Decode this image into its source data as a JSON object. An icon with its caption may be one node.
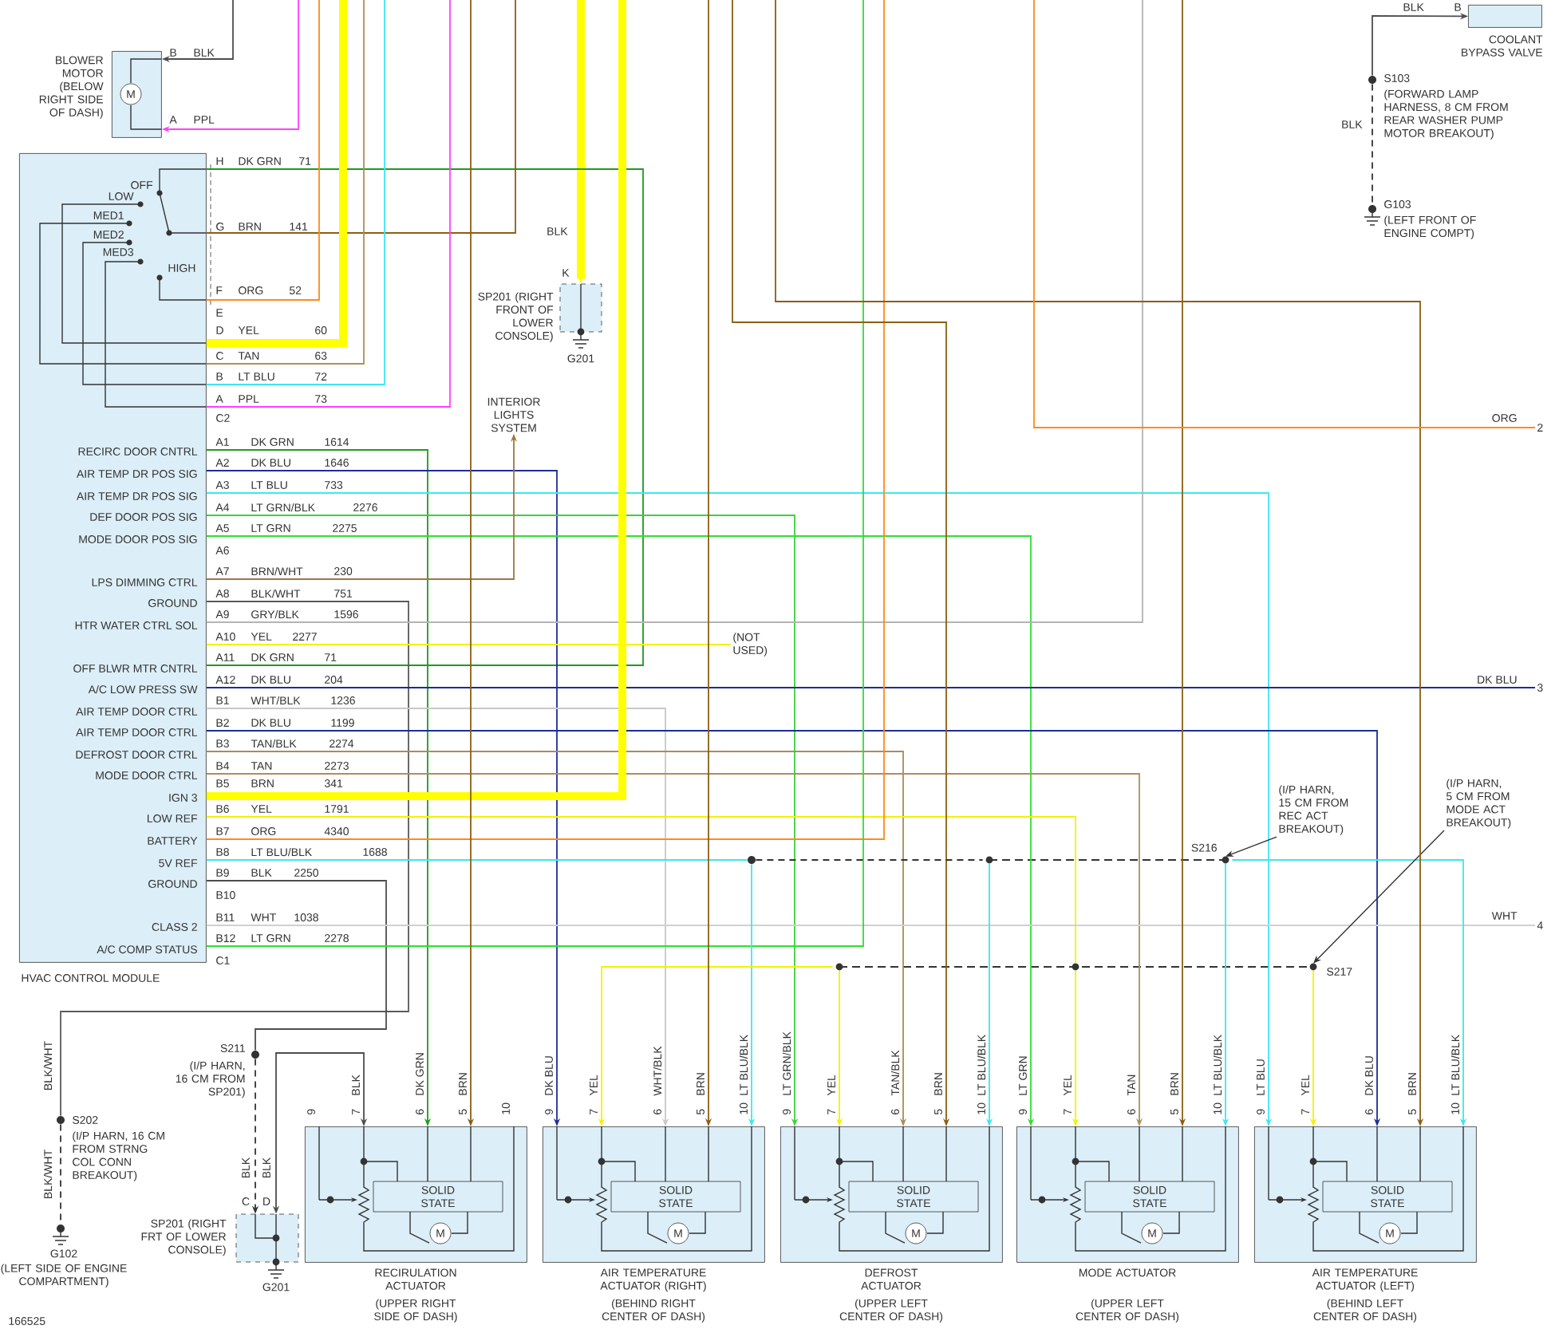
{
  "diagram": {
    "nodes": [
      {
        "text": [
          "BLOWER MOTOR (BELOW RIGHT SIDE OF DASH)",
          "M"
        ]
      },
      {
        "text": [
          "HVAC CONTROL MODULE",
          "OFF",
          "LOW",
          "MED1",
          "MED2",
          "MED3",
          "HIGH",
          "RECIRC DOOR CNTRL",
          "AIR TEMP DR POS SIG",
          "AIR TEMP DR POS SIG",
          "DEF DOOR POS SIG",
          "MODE DOOR POS SIG",
          "LPS DIMMING CTRL",
          "GROUND",
          "HTR WATER CTRL SOL",
          "OFF BLWR MTR CNTRL",
          "A/C LOW PRESS SW",
          "AIR TEMP DOOR CTRL",
          "AIR TEMP DOOR CTRL",
          "DEFROST DOOR CTRL",
          "MODE DOOR CTRL",
          "IGN 3",
          "LOW REF",
          "BATTERY",
          "5V REF",
          "GROUND",
          "CLASS 2",
          "A/C COMP STATUS"
        ]
      },
      {
        "text": [
          "COOLANT BYPASS VALVE"
        ]
      },
      {
        "text": [
          "S103",
          "(FORWARD LAMP HARNESS, 8 CM FROM REAR WASHER PUMP MOTOR BREAKOUT)"
        ]
      },
      {
        "text": [
          "G103",
          "(LEFT FRONT OF ENGINE COMPT)"
        ]
      },
      {
        "text": [
          "SP201 (RIGHT FRONT OF LOWER CONSOLE)"
        ],
        "beside": [
          "K",
          "G201"
        ]
      },
      {
        "text": [
          "INTERIOR LIGHTS SYSTEM"
        ]
      },
      {
        "text": [
          "(NOT USED)"
        ]
      },
      {
        "text": [
          "S216"
        ]
      },
      {
        "text": [
          "(I/P HARN, 15 CM FROM REC ACT BREAKOUT)"
        ]
      },
      {
        "text": [
          "S217"
        ]
      },
      {
        "text": [
          "(I/P HARN, 5 CM FROM MODE ACT BREAKOUT)"
        ]
      },
      {
        "text": [
          "S211",
          "(I/P HARN, 16 CM FROM SP201)"
        ]
      },
      {
        "text": [
          "S202",
          "(I/P HARN, 16 CM FROM STRNG COL CONN BREAKOUT)"
        ]
      },
      {
        "text": [
          "G102",
          "(LEFT SIDE OF ENGINE COMPARTMENT)"
        ]
      },
      {
        "text": [
          "SP201 (RIGHT FRT OF LOWER CONSOLE)"
        ],
        "beside": [
          "C",
          "D",
          "G201"
        ]
      },
      {
        "text": [
          "SOLID STATE",
          "M",
          "RECIRULATION ACTUATOR",
          "(UPPER RIGHT SIDE OF DASH)"
        ]
      },
      {
        "text": [
          "SOLID STATE",
          "M",
          "AIR TEMPERATURE ACTUATOR (RIGHT)",
          "(BEHIND RIGHT CENTER OF DASH)"
        ]
      },
      {
        "text": [
          "SOLID STATE",
          "M",
          "DEFROST ACTUATOR",
          "(UPPER LEFT CENTER OF DASH)"
        ]
      },
      {
        "text": [
          "SOLID STATE",
          "M",
          "MODE ACTUATOR",
          "(UPPER LEFT CENTER OF DASH)"
        ]
      },
      {
        "text": [
          "SOLID STATE",
          "M",
          "AIR TEMPERATURE ACTUATOR (LEFT)",
          "(BEHIND LEFT CENTER OF DASH)"
        ]
      },
      {
        "text": [
          "2"
        ]
      },
      {
        "text": [
          "3"
        ]
      },
      {
        "text": [
          "4"
        ]
      },
      {
        "text": [],
        "shape": "circle"
      }
    ],
    "edges": [
      {
        "from": null,
        "to": 0,
        "arrow": "to",
        "color": "#4d4d4d"
      },
      {
        "from": null,
        "to": 0,
        "arrow": "to",
        "color": "#ff40ff"
      },
      {
        "from": 3,
        "to": 2,
        "arrow": "to",
        "color": "#4d4d4d"
      },
      {
        "from": 3,
        "to": 4,
        "arrow": "none",
        "style": "dashed",
        "color": "#333333"
      },
      {
        "from": null,
        "to": 5,
        "arrow": "to",
        "style": "thick",
        "color": "#ffff00"
      },
      {
        "from": 1,
        "to": 1,
        "arrow": "none",
        "color": "#1e9b1e"
      },
      {
        "from": 1,
        "to": null,
        "arrow": "none",
        "color": "#8b5e14"
      },
      {
        "from": 1,
        "to": null,
        "arrow": "none",
        "color": "#ff8a1a"
      },
      {
        "from": 1,
        "to": null,
        "arrow": "none",
        "style": "thick",
        "color": "#ffff00"
      },
      {
        "from": 1,
        "to": null,
        "arrow": "none",
        "color": "#ad8f5a"
      },
      {
        "from": 1,
        "to": null,
        "arrow": "none",
        "color": "#3ee6f0"
      },
      {
        "from": 1,
        "to": null,
        "arrow": "none",
        "color": "#ff40ff"
      },
      {
        "from": 1,
        "to": 16,
        "arrow": "to",
        "color": "#1e9b1e"
      },
      {
        "from": 1,
        "to": 17,
        "arrow": "to",
        "color": "#1c2d99"
      },
      {
        "from": 1,
        "to": 20,
        "arrow": "to",
        "color": "#3ee6f0"
      },
      {
        "from": 1,
        "to": 18,
        "arrow": "to",
        "color": "#3ad23a"
      },
      {
        "from": 1,
        "to": 19,
        "arrow": "to",
        "color": "#2ee02e"
      },
      {
        "from": 1,
        "to": 6,
        "arrow": "to",
        "color": "#a0783c"
      },
      {
        "from": 1,
        "to": 13,
        "arrow": "none",
        "color": "#5a5a5a"
      },
      {
        "from": 1,
        "to": null,
        "arrow": "none",
        "color": "#b4b4b4"
      },
      {
        "from": 1,
        "to": 7,
        "arrow": "none",
        "color": "#f2f200"
      },
      {
        "from": 1,
        "to": 22,
        "arrow": "none",
        "color": "#1c2d99"
      },
      {
        "from": 1,
        "to": 17,
        "arrow": "to",
        "color": "#c8c8c8"
      },
      {
        "from": 1,
        "to": 20,
        "arrow": "to",
        "color": "#1c2d99"
      },
      {
        "from": 1,
        "to": 18,
        "arrow": "to",
        "color": "#a88c5c"
      },
      {
        "from": 1,
        "to": 19,
        "arrow": "to",
        "color": "#ad8f5a"
      },
      {
        "from": 1,
        "to": null,
        "arrow": "none",
        "style": "thick",
        "color": "#ffff00"
      },
      {
        "from": 1,
        "to": 10,
        "arrow": "none",
        "color": "#f2f200"
      },
      {
        "from": 1,
        "to": null,
        "arrow": "none",
        "color": "#ff8a1a"
      },
      {
        "from": 1,
        "to": 24,
        "arrow": "none",
        "color": "#3ee6f0"
      },
      {
        "from": 1,
        "to": 12,
        "arrow": "none",
        "color": "#4d4d4d"
      },
      {
        "from": 1,
        "to": 23,
        "arrow": "none",
        "color": "#d0d0d0"
      },
      {
        "from": 1,
        "to": null,
        "arrow": "none",
        "color": "#2ee02e"
      },
      {
        "from": 24,
        "to": 17,
        "arrow": "to",
        "color": "#3ee6f0"
      },
      {
        "from": 8,
        "to": 18,
        "arrow": "to",
        "color": "#3ee6f0"
      },
      {
        "from": 8,
        "to": 19,
        "arrow": "to",
        "color": "#3ee6f0"
      },
      {
        "from": 8,
        "to": 20,
        "arrow": "to",
        "color": "#3ee6f0"
      },
      {
        "from": 10,
        "to": 17,
        "arrow": "to",
        "color": "#f2f200"
      },
      {
        "from": 10,
        "to": 18,
        "arrow": "to",
        "color": "#f2f200"
      },
      {
        "from": 10,
        "to": 19,
        "arrow": "to",
        "color": "#f2f200"
      },
      {
        "from": 10,
        "to": 20,
        "arrow": "to",
        "color": "#f2f200"
      },
      {
        "from": 12,
        "to": 15,
        "arrow": "to",
        "style": "dashed",
        "color": "#333333"
      },
      {
        "from": 16,
        "to": 15,
        "arrow": "both",
        "color": "#4d4d4d"
      },
      {
        "from": 13,
        "to": 14,
        "arrow": "none",
        "style": "dashed",
        "color": "#333333"
      },
      {
        "from": 9,
        "to": 8,
        "arrow": "to",
        "color": "#333333"
      },
      {
        "from": 11,
        "to": 10,
        "arrow": "to",
        "color": "#333333"
      },
      {
        "from": null,
        "to": 16,
        "arrow": "to",
        "color": "#8b5e14"
      },
      {
        "from": null,
        "to": 17,
        "arrow": "to",
        "color": "#8b5e14"
      },
      {
        "from": null,
        "to": 18,
        "arrow": "to",
        "color": "#8b5e14"
      },
      {
        "from": null,
        "to": 19,
        "arrow": "to",
        "color": "#8b5e14"
      },
      {
        "from": null,
        "to": 20,
        "arrow": "to",
        "color": "#8b5e14"
      },
      {
        "from": null,
        "to": 21,
        "arrow": "none",
        "color": "#ff8a1a"
      },
      {
        "from": 24,
        "to": 8,
        "arrow": "none",
        "style": "dashed",
        "color": "#333333"
      }
    ],
    "labels": [
      "B",
      "BLK",
      "A",
      "PPL",
      "BLK",
      "B",
      "BLK",
      "BLK",
      "H",
      "DK GRN",
      "71",
      "G",
      "BRN",
      "141",
      "F",
      "ORG",
      "52",
      "E",
      "D",
      "YEL",
      "60",
      "C",
      "TAN",
      "63",
      "B",
      "LT BLU",
      "72",
      "A",
      "PPL",
      "73",
      "C2",
      "A1",
      "DK GRN",
      "1614",
      "A2",
      "DK BLU",
      "1646",
      "A3",
      "LT BLU",
      "733",
      "A4",
      "LT GRN/BLK",
      "2276",
      "A5",
      "LT GRN",
      "2275",
      "A6",
      "A7",
      "BRN/WHT",
      "230",
      "A8",
      "BLK/WHT",
      "751",
      "A9",
      "GRY/BLK",
      "1596",
      "A10",
      "YEL",
      "2277",
      "A11",
      "DK GRN",
      "71",
      "A12",
      "DK BLU",
      "204",
      "B1",
      "WHT/BLK",
      "1236",
      "B2",
      "DK BLU",
      "1199",
      "B3",
      "TAN/BLK",
      "2274",
      "B4",
      "TAN",
      "2273",
      "B5",
      "BRN",
      "341",
      "B6",
      "YEL",
      "1791",
      "B7",
      "ORG",
      "4340",
      "B8",
      "LT BLU/BLK",
      "1688",
      "B9",
      "BLK",
      "2250",
      "B10",
      "B11",
      "WHT",
      "1038",
      "B12",
      "LT GRN",
      "2278",
      "C1",
      "ORG",
      "DK BLU",
      "WHT",
      "BLK/WHT",
      "BLK/WHT",
      "BLK",
      "BLK",
      "166525",
      "9",
      "BLK",
      "7",
      "DK GRN",
      "6",
      "BRN",
      "5",
      "10",
      "DK BLU",
      "9",
      "YEL",
      "7",
      "WHT/BLK",
      "6",
      "BRN",
      "5",
      "LT BLU/BLK",
      "10",
      "LT GRN/BLK",
      "9",
      "YEL",
      "7",
      "TAN/BLK",
      "6",
      "BRN",
      "5",
      "LT BLU/BLK",
      "10",
      "LT GRN",
      "9",
      "YEL",
      "7",
      "TAN",
      "6",
      "BRN",
      "5",
      "LT BLU/BLK",
      "10",
      "LT BLU",
      "9",
      "YEL",
      "7",
      "DK BLU",
      "6",
      "BRN",
      "5",
      "LT BLU/BLK",
      "10"
    ]
  }
}
